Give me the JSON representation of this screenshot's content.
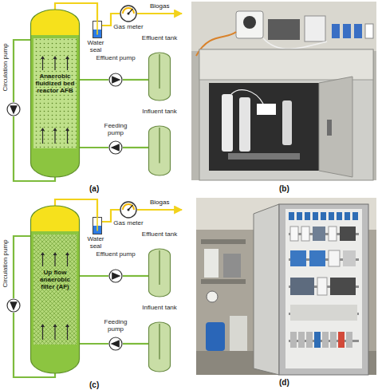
{
  "diagram": {
    "nodes": [
      {
        "text": [
          "Anaerobic fluidized bed reactor AFB"
        ]
      },
      {
        "text": [
          "Water seal"
        ]
      },
      {
        "text": [
          "Gas meter"
        ]
      },
      {
        "text": [
          "Effluent pump"
        ]
      },
      {
        "text": [
          "Effluent tank"
        ]
      },
      {
        "text": [
          "Feeding pump"
        ]
      },
      {
        "text": [
          "Influent tank"
        ]
      },
      {
        "text": [
          "Circulation pump"
        ]
      },
      {
        "text": [
          "Up flow anaerobic filter (AF)"
        ]
      },
      {
        "text": [
          "Water seal"
        ]
      },
      {
        "text": [
          "Gas meter"
        ]
      },
      {
        "text": [
          "Effluent pump"
        ]
      },
      {
        "text": [
          "Effluent tank"
        ]
      },
      {
        "text": [
          "Feeding pump"
        ]
      },
      {
        "text": [
          "Influent tank"
        ]
      },
      {
        "text": [
          "Circulation pump"
        ]
      }
    ],
    "edges": [
      {
        "from": 0,
        "to": 1,
        "arrow": "none"
      },
      {
        "from": 1,
        "to": 2,
        "arrow": "none"
      },
      {
        "from": 0,
        "to": 3,
        "arrow": "none"
      },
      {
        "from": 3,
        "to": 4,
        "arrow": "none"
      },
      {
        "from": 6,
        "to": 5,
        "arrow": "none"
      },
      {
        "from": 5,
        "to": 0,
        "arrow": "none"
      },
      {
        "from": 0,
        "to": 7,
        "arrow": "none"
      },
      {
        "from": 7,
        "to": 0,
        "arrow": "none"
      },
      {
        "from": 8,
        "to": 9,
        "arrow": "none"
      },
      {
        "from": 9,
        "to": 10,
        "arrow": "none"
      },
      {
        "from": 8,
        "to": 11,
        "arrow": "none"
      },
      {
        "from": 11,
        "to": 12,
        "arrow": "none"
      },
      {
        "from": 14,
        "to": 13,
        "arrow": "none"
      },
      {
        "from": 13,
        "to": 8,
        "arrow": "none"
      },
      {
        "from": 8,
        "to": 15,
        "arrow": "none"
      },
      {
        "from": 15,
        "to": 8,
        "arrow": "none"
      }
    ],
    "labels": [
      "Biogas",
      "(a)",
      "(b)",
      "Biogas",
      "(c)",
      "(d)"
    ]
  }
}
